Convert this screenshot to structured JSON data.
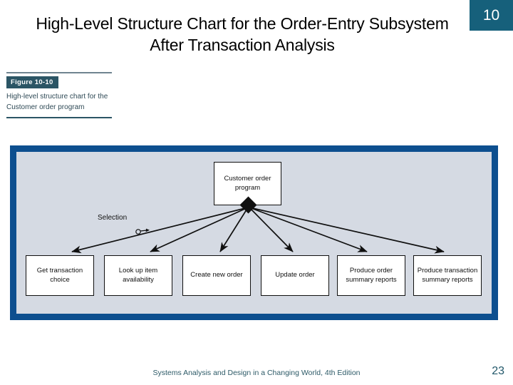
{
  "slide": {
    "title": "High-Level Structure Chart for the Order-Entry Subsystem After Transaction Analysis",
    "chapter_badge": "10"
  },
  "figure": {
    "label": "Figure 10-10",
    "description": "High-level structure chart for the Customer order program"
  },
  "diagram": {
    "root": {
      "label": "Customer order program"
    },
    "annotation": {
      "selection_label": "Selection",
      "selection_symbol": "loop-arrow-icon"
    },
    "leaves": [
      {
        "label": "Get transaction choice"
      },
      {
        "label": "Look up item availability"
      },
      {
        "label": "Create new order"
      },
      {
        "label": "Update order"
      },
      {
        "label": "Produce order summary reports"
      },
      {
        "label": "Produce transaction summary reports"
      }
    ]
  },
  "footer": {
    "text": "Systems Analysis and Design in a Changing World, 4th Edition",
    "page": "23"
  },
  "colors": {
    "badge_bg": "#16607b",
    "frame_border": "#0d4f8f",
    "canvas_bg": "#d5dae3",
    "caption_accent": "#2b5565",
    "footer_text": "#2d5a67"
  }
}
